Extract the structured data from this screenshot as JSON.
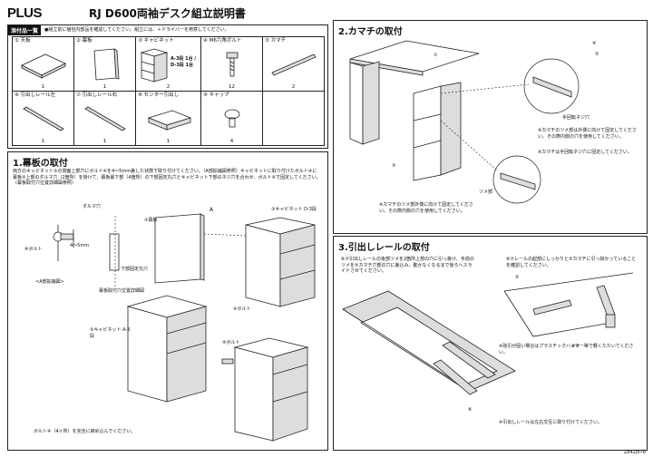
{
  "header": {
    "brand": "PLUS",
    "title": "RJ D600両袖デスク組立説明書"
  },
  "parts": {
    "header": "添付品一覧",
    "note": "●組立前に梱包内部品を確認してください。組立には、＋ドライバーを用意してください。",
    "row1": [
      {
        "label": "① 天板",
        "qty": "1",
        "icon": "top-panel-icon"
      },
      {
        "label": "② 幕板",
        "qty": "1",
        "icon": "modesty-panel-icon"
      },
      {
        "label": "③ キャビネット",
        "qty": "2",
        "icon": "cabinet-icon",
        "note": "A-3段 1台 / D-3段 1台"
      },
      {
        "label": "④ M6六角ボルト",
        "qty": "12",
        "icon": "bolt-icon"
      },
      {
        "label": "⑤ カマチ",
        "qty": "2",
        "icon": "rail-bar-icon"
      }
    ],
    "row2": [
      {
        "label": "⑥ 引出しレール左",
        "qty": "1",
        "icon": "left-rail-icon"
      },
      {
        "label": "⑦ 引出しレール右",
        "qty": "1",
        "icon": "right-rail-icon"
      },
      {
        "label": "⑧ センター引出し",
        "qty": "1",
        "icon": "center-drawer-icon"
      },
      {
        "label": "⑨ キャップ",
        "qty": "4",
        "icon": "cap-icon"
      }
    ]
  },
  "section1": {
    "title": "1.幕板の取付",
    "text": "両方のキャビネット③の側面上部穴にボルト④を4～5mm差した状態で取り付けてください。（A部拡縮図参照）キャビネットに取り付けたボルト④に幕板②上部のダルマ穴（2箇所）を掛けて、幕板最下部（4箇所）の下部固定丸穴とキャビネット下部のネジ穴を合わせ、ボルト④で固定してください。（幕板取付穴位置詳細図参照）",
    "labels": {
      "daruma": "ダルマ穴",
      "bolt": "④ボルト",
      "mm": "4～5mm",
      "a_detail": "<A部拡縮図>",
      "bottom_hole": "下部固定丸穴",
      "hole_detail": "幕板取付穴位置詳細図",
      "panel": "②幕板",
      "a": "A",
      "cab_d": "③キャビネット D-3段",
      "cab_a": "③キャビネット A-3段",
      "bolt2": "④ボルト",
      "bolt3": "④ボルト",
      "footer": "ボルト④（4ヶ所）を完全に締め込んでください。"
    }
  },
  "section2": {
    "title": "2.カマチの取付",
    "labels": {
      "n4": "④",
      "n5": "⑤",
      "n1": "①",
      "n3": "③",
      "claw": "ツメ部",
      "hand_screw": "手回転ネジ穴"
    },
    "note1": "※カマチのツメ部は外側に向けて固定してください。その際内側の穴を使用してください。",
    "note2": "※カマチは手回転ネジ穴に固定してください。",
    "note3": "※カマチのツメ部外側に向けて固定してください。その際内側の穴を使用してください。"
  },
  "section3": {
    "title": "3.引出しレールの取付",
    "text1": "⑥⑦引出しレールの後部ツメを2箇所上部の穴に引っ掛け、手前のツメを⑤カマチ穴部の穴に差込み、動かなくなるまで後ろへスライドさせてください。",
    "text2": "⑥⑦レールの起部にしっかりと⑤カマチに引っ掛かっていることを確認してください。",
    "labels": {
      "n6": "⑥",
      "n67": "⑥⑦",
      "n5": "⑤"
    },
    "note1": "※強引が固い場合はプラスチックハンマー等で軽くたたいてください。",
    "note2": "※引出しレールは左右交互に取り付けてください。"
  },
  "footer": {
    "code": "Z842J678"
  }
}
